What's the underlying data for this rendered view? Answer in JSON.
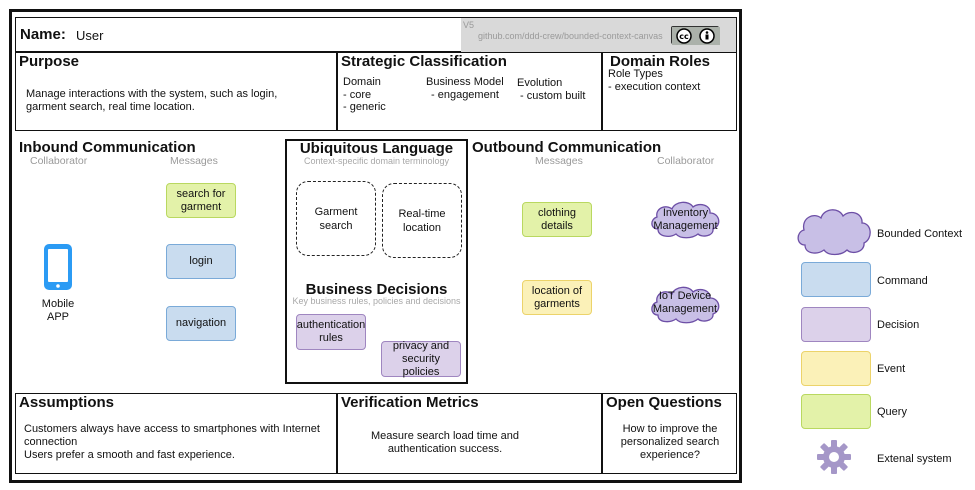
{
  "header": {
    "name_label": "Name:",
    "name_value": "User",
    "version": "V5",
    "source": "github.com/ddd-crew/bounded-context-canvas",
    "license_badge": "cc-by-icon"
  },
  "purpose": {
    "title": "Purpose",
    "text": "Manage interactions with the system, such as login, garment search, real time location."
  },
  "strategic": {
    "title": "Strategic Classification",
    "domain_label": "Domain",
    "domain_items": [
      "- core",
      "- generic"
    ],
    "business_label": "Business Model",
    "business_items": [
      "- engagement"
    ],
    "evolution_label": "Evolution",
    "evolution_items": [
      "- custom built"
    ]
  },
  "domain_roles": {
    "title": "Domain Roles",
    "subtitle": "Role Types",
    "items": [
      "- execution context"
    ]
  },
  "inbound": {
    "title": "Inbound Communication",
    "collaborator_label": "Collaborator",
    "messages_label": "Messages",
    "collaborator": {
      "icon": "mobile-phone-icon",
      "name": "Mobile APP"
    },
    "messages": [
      "search for garment",
      "login",
      "navigation"
    ]
  },
  "ubiquitous": {
    "title": "Ubiquitous Language",
    "subtitle": "Context-specific domain terminology",
    "terms": [
      "Garment search",
      "Real-time location"
    ]
  },
  "business_decisions": {
    "title": "Business Decisions",
    "subtitle": "Key business rules, policies and decisions",
    "items": [
      "authentication rules",
      "privacy and security policies"
    ]
  },
  "outbound": {
    "title": "Outbound Communication",
    "messages_label": "Messages",
    "collaborator_label": "Collaborator",
    "messages": [
      "clothing details",
      "location of garments"
    ],
    "collaborators": [
      "Inventory Management",
      "IoT Device Management"
    ]
  },
  "assumptions": {
    "title": "Assumptions",
    "line1": "Customers always have access to smartphones with Internet connection",
    "line2": "Users prefer a smooth and fast experience."
  },
  "verification": {
    "title": "Verification Metrics",
    "text": "Measure search load time and authentication success."
  },
  "questions": {
    "title": "Open Questions",
    "text": "How to improve the personalized search experience?"
  },
  "legend": {
    "items": [
      {
        "label": "Bounded Context"
      },
      {
        "label": "Command"
      },
      {
        "label": "Decision"
      },
      {
        "label": "Event"
      },
      {
        "label": "Query"
      },
      {
        "label": "Extenal system"
      }
    ]
  },
  "colors": {
    "command": "#c9dcef",
    "query": "#e3f2a9",
    "event": "#fbf1b8",
    "decision": "#dcd1ea",
    "bounded_context": "#c8bfe6",
    "external_system": "#a597c8",
    "mobile_icon": "#2b9bf4"
  }
}
